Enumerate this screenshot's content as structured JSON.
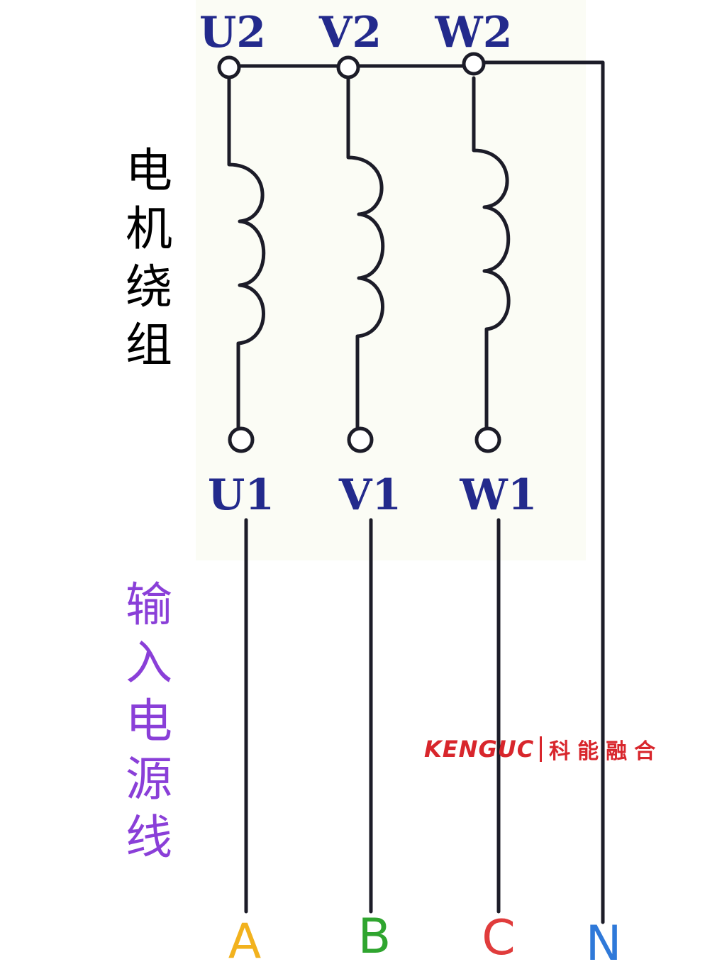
{
  "colors": {
    "wire": "#1c1c28",
    "terminal_label": "#232a8c",
    "motor_label": "#000000",
    "input_label": "#8a3fd8",
    "phase_A": "#f2b21e",
    "phase_B": "#2fa52f",
    "phase_C": "#e03c3c",
    "phase_N": "#2f79d9",
    "panel_bg": "#fbfcf5",
    "logo": "#d8262c"
  },
  "terminals": {
    "top": [
      "U2",
      "V2",
      "W2"
    ],
    "bottom": [
      "U1",
      "V1",
      "W1"
    ]
  },
  "labels": {
    "motor_winding": [
      "电",
      "机",
      "绕",
      "组"
    ],
    "input_power_line": [
      "输",
      "入",
      "电",
      "源",
      "线"
    ]
  },
  "phases": [
    "A",
    "B",
    "C",
    "N"
  ],
  "logo": {
    "brand": "KENGUC",
    "company": "科能融合"
  }
}
